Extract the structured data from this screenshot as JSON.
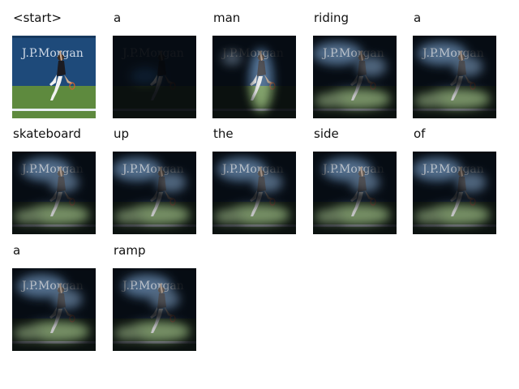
{
  "caption_tokens": [
    {
      "word": "<start>",
      "kind": "original"
    },
    {
      "word": "a",
      "kind": "attn-low"
    },
    {
      "word": "man",
      "kind": "attn-man"
    },
    {
      "word": "riding",
      "kind": "attn-wide"
    },
    {
      "word": "a",
      "kind": "attn-wide"
    },
    {
      "word": "skateboard",
      "kind": "attn-wide"
    },
    {
      "word": "up",
      "kind": "attn-wide"
    },
    {
      "word": "the",
      "kind": "attn-wide"
    },
    {
      "word": "side",
      "kind": "attn-wide"
    },
    {
      "word": "of",
      "kind": "attn-wide"
    },
    {
      "word": "a",
      "kind": "attn-wide"
    },
    {
      "word": "ramp",
      "kind": "attn-wide"
    }
  ],
  "image": {
    "banner_text": "J.P.Morgan"
  },
  "colors": {
    "court_blue": "#1e4a7a",
    "grass_green": "#5e8a3e",
    "baseline_white": "#e8eef2",
    "overlay_dark": "#05080c"
  }
}
